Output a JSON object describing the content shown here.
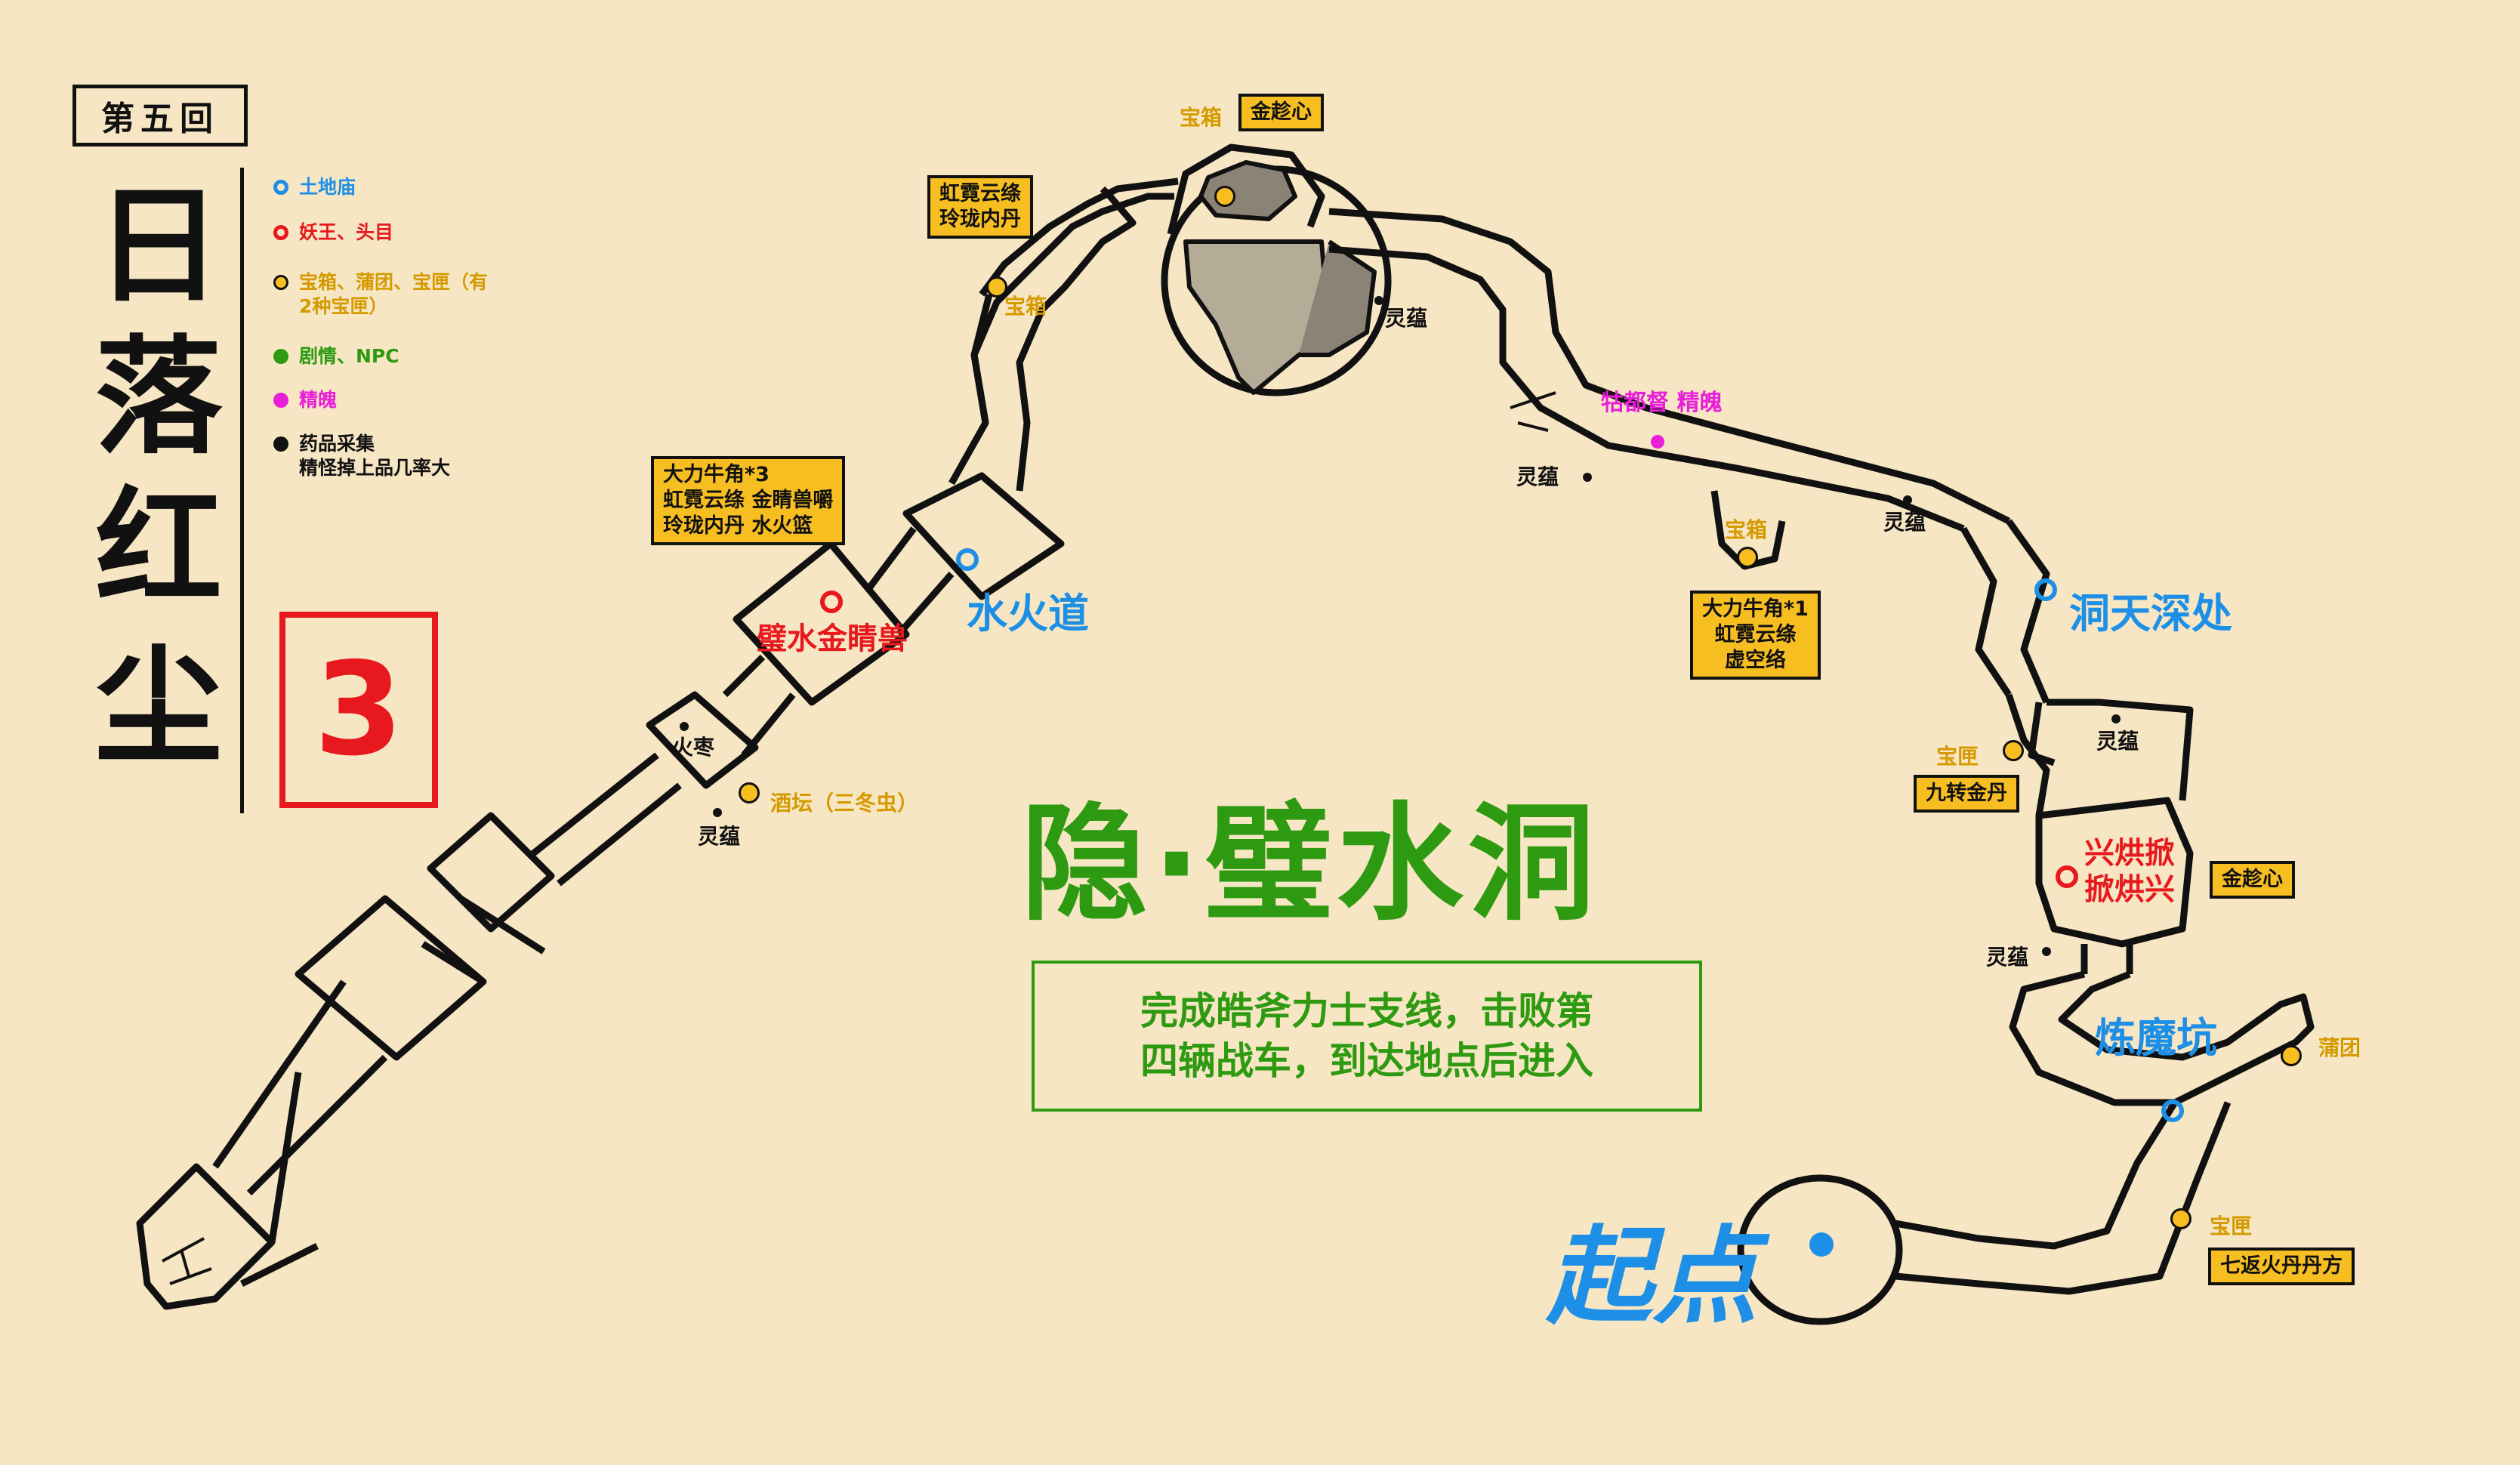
{
  "header": {
    "chapter": "第五回",
    "title_chars": [
      "日",
      "落",
      "红",
      "尘"
    ],
    "level_number": "3"
  },
  "legend": [
    {
      "color": "#1e8fe6",
      "icon": "shrine-ring-icon",
      "text": "土地庙"
    },
    {
      "color": "#e8191e",
      "icon": "boss-ring-icon",
      "text": "妖王、头目"
    },
    {
      "color": "#f7be21",
      "icon": "chest-dot-icon",
      "text": "宝箱、蒲团、宝匣（有2种宝匣）"
    },
    {
      "color": "#2e9a12",
      "icon": "story-dot-icon",
      "text": "剧情、NPC"
    },
    {
      "color": "#e81fd8",
      "icon": "spirit-dot-icon",
      "text": "精魄"
    },
    {
      "color": "#111111",
      "icon": "herb-dot-icon",
      "text": "药品采集\n精怪掉上品几率大"
    }
  ],
  "map": {
    "name": "隐·璧水洞",
    "note": "完成皓斧力士支线，击败第\n四辆战车，到达地点后进入",
    "start_label": "起点",
    "places": {
      "shuihuo": "水火道",
      "dongtian": "洞天深处",
      "lianmo": "炼魔坑"
    },
    "bosses": {
      "bishui": "璧水金睛兽",
      "xinghong": "兴烘掀\n掀烘兴"
    },
    "spirit": "牯都督 精魄",
    "info_boxes": {
      "top_chest_item": "金趁心",
      "rainbow_top": "虹霓云绦\n玲珑内丹",
      "bishui_drops": "大力牛角*3\n虹霓云绦 金睛兽嚼\n玲珑内丹 水火篮",
      "mid_drops": "大力牛角*1\n虹霓云绦\n虚空络",
      "jiuzhuan": "九转金丹",
      "xinghong_drop": "金趁心",
      "qifan": "七返火丹丹方"
    },
    "small_labels": {
      "chest": "宝箱",
      "casket": "宝匣",
      "lingyun": "灵蕴",
      "huozao": "火枣",
      "jiutan": "酒坛（三冬虫）",
      "putuan": "蒲团"
    }
  }
}
